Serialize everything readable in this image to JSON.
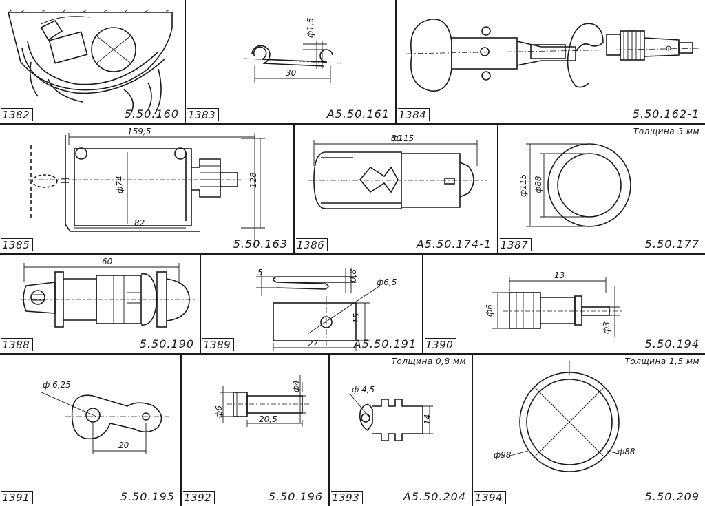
{
  "parts": [
    {
      "number": "1382",
      "code": "5.50.160",
      "note": ""
    },
    {
      "number": "1383",
      "code": "А5.50.161",
      "note": "",
      "dims": [
        "ф1,5",
        "30"
      ]
    },
    {
      "number": "1384",
      "code": "5.50.162-1",
      "note": ""
    },
    {
      "number": "1385",
      "code": "5.50.163",
      "note": "",
      "dims": [
        "159,5",
        "ф74",
        "82",
        "128"
      ]
    },
    {
      "number": "1386",
      "code": "А5.50.174-1",
      "note": "",
      "dims": [
        "30"
      ]
    },
    {
      "number": "1387",
      "code": "5.50.177",
      "note": "Толщина 3 мм",
      "dims": [
        "ф115",
        "ф88"
      ]
    },
    {
      "number": "1388",
      "code": "5.50.190",
      "note": "",
      "dims": [
        "60"
      ]
    },
    {
      "number": "1389",
      "code": "А5.50.191",
      "note": "",
      "dims": [
        "5",
        "0,8",
        "ф6,5",
        "15",
        "27"
      ]
    },
    {
      "number": "1390",
      "code": "5.50.194",
      "note": "",
      "dims": [
        "13",
        "ф6",
        "ф3"
      ]
    },
    {
      "number": "1391",
      "code": "5.50.195",
      "note": "",
      "dims": [
        "ф 6,25",
        "20"
      ]
    },
    {
      "number": "1392",
      "code": "5.50.196",
      "note": "",
      "dims": [
        "ф4",
        "ф6",
        "20,5"
      ]
    },
    {
      "number": "1393",
      "code": "А5.50.204",
      "note": "Толщина 0,8 мм",
      "dims": [
        "ф 4,5",
        "14"
      ]
    },
    {
      "number": "1394",
      "code": "5.50.209",
      "note": "Толщина 1,5 мм",
      "dims": [
        "ф98",
        "ф88"
      ]
    }
  ]
}
